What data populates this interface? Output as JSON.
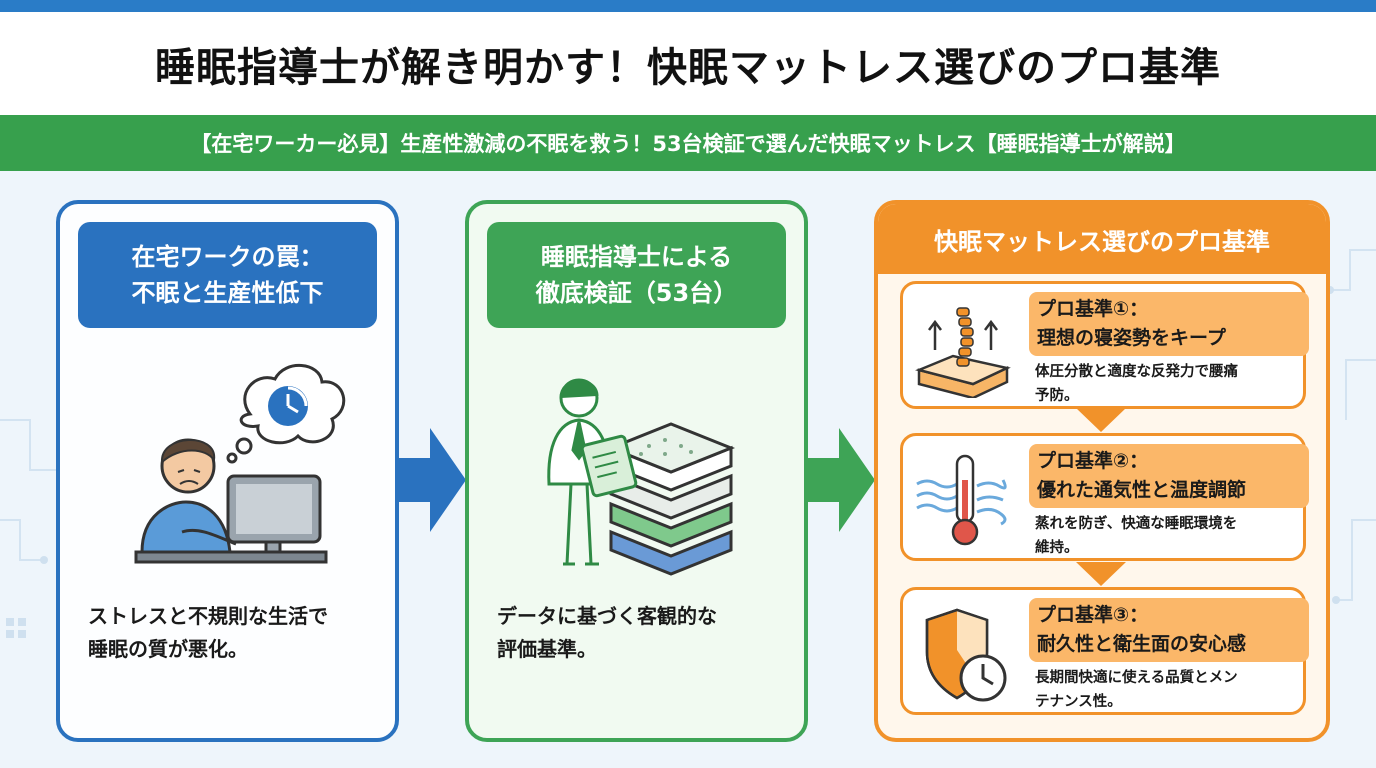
{
  "title": "睡眠指導士が解き明かす！快眠マットレス選びのプロ基準",
  "subtitle": "【在宅ワーカー必見】生産性激減の不眠を救う！53台検証で選んだ快眠マットレス【睡眠指導士が解説】",
  "colors": {
    "blue": "#2a72bf",
    "green": "#3ea456",
    "orange": "#f1922a",
    "orange_light": "#fbb769"
  },
  "panels": [
    {
      "heading_line1": "在宅ワークの罠：",
      "heading_line2": "不眠と生産性低下",
      "icon": "tired-worker-at-computer-icon",
      "text_line1": "ストレスと不規則な生活で",
      "text_line2": "睡眠の質が悪化。"
    },
    {
      "heading_line1": "睡眠指導士による",
      "heading_line2": "徹底検証（53台）",
      "icon": "expert-with-mattress-stack-icon",
      "text_line1": "データに基づく客観的な",
      "text_line2": "評価基準。"
    }
  ],
  "criteria_panel": {
    "heading": "快眠マットレス選びのプロ基準",
    "items": [
      {
        "label": "プロ基準①：",
        "title": "理想の寝姿勢をキープ",
        "desc_line1": "体圧分散と適度な反発力で腰痛",
        "desc_line2": "予防。",
        "icon": "spine-on-mattress-icon"
      },
      {
        "label": "プロ基準②：",
        "title": "優れた通気性と温度調節",
        "desc_line1": "蒸れを防ぎ、快適な睡眠環境を",
        "desc_line2": "維持。",
        "icon": "thermometer-airflow-icon"
      },
      {
        "label": "プロ基準③：",
        "title": "耐久性と衛生面の安心感",
        "desc_line1": "長期間快適に使える品質とメン",
        "desc_line2": "テナンス性。",
        "icon": "shield-clock-icon"
      }
    ]
  }
}
